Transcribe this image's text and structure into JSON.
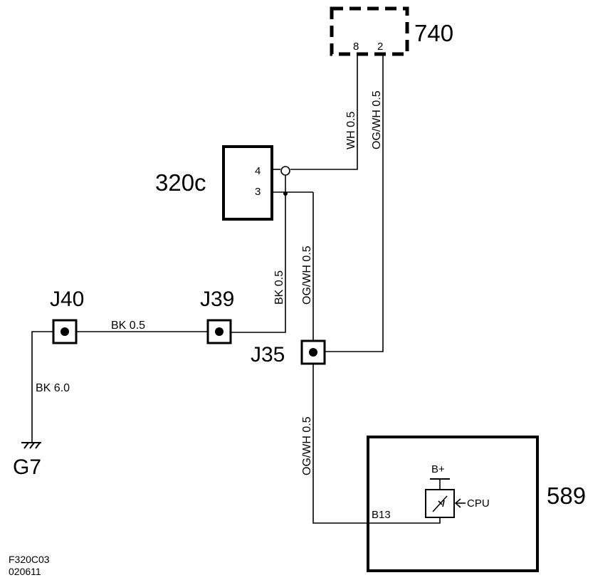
{
  "components": {
    "c740": {
      "label": "740",
      "pin_a": "8",
      "pin_b": "2"
    },
    "c320c": {
      "label": "320c",
      "pin_a": "4",
      "pin_b": "3"
    },
    "c589": {
      "label": "589",
      "supply": "B+",
      "cpu": "CPU",
      "pin": "B13"
    }
  },
  "junctions": {
    "j40": "J40",
    "j39": "J39",
    "j35": "J35"
  },
  "ground": {
    "label": "G7"
  },
  "wires": {
    "w_740_8": "WH  0.5",
    "w_740_2": "OG/WH  0.5",
    "w_320_3_bk": "BK  0.5",
    "w_320_3_og": "OG/WH  0.5",
    "w_j40_j39": "BK  0.5",
    "w_ground": "BK  6.0",
    "w_j35_589": "OG/WH  0.5"
  },
  "footer": {
    "code": "F320C03",
    "date": "020611"
  }
}
